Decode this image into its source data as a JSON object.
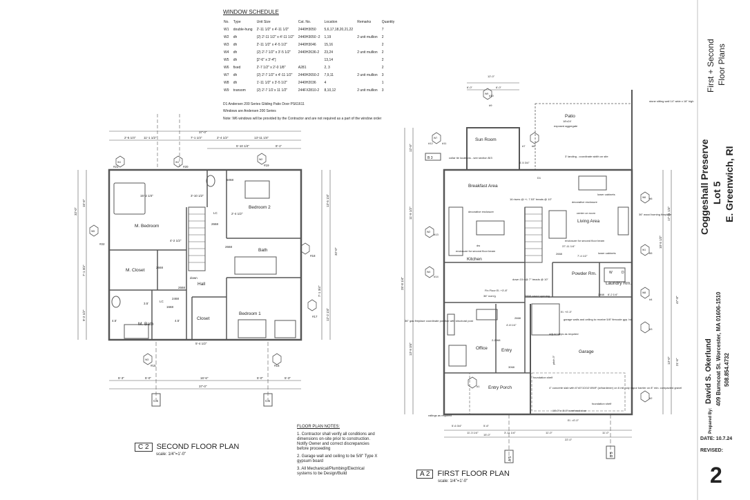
{
  "window_schedule": {
    "title": "WINDOW SCHEDULE",
    "headers": [
      "No.",
      "Type",
      "Unit Size",
      "Cat. No.",
      "Location",
      "Remarks",
      "Quantity"
    ],
    "rows": [
      [
        "W1",
        "double-hung",
        "2'-11 1/2\" x 4'-11 1/2\"",
        "2440H3050",
        "5,6,17,18,20,21,22",
        "",
        "7"
      ],
      [
        "W2",
        "dh",
        "(2) 2'-11 1/2\" x 4'-11 1/2\"",
        "2440H3050 -2",
        "1,19",
        "2 unit mullion",
        "2"
      ],
      [
        "W3",
        "dh",
        "2'-11 1/2\" x 4'-5 1/2\"",
        "2440H3046",
        "15,16",
        "",
        "2"
      ],
      [
        "W4",
        "dh",
        "(2) 2'-7 1/2\" x 3'-5 1/2\"",
        "2440H2636-2",
        "23,24",
        "2 unit mullion",
        "2"
      ],
      [
        "W5",
        "dh",
        "[2'-6\" x 3'-4\"]",
        "",
        "13,14",
        "",
        "2"
      ],
      [
        "W6",
        "fixed",
        "2'-7 1/2\" x 2'-0 1/8\"",
        "A281",
        "2, 3",
        "",
        "2"
      ],
      [
        "W7",
        "dh",
        "(2) 2'-7 1/2\" x 4'-11 1/2\"",
        "2440H2650-2",
        "7,9,11",
        "2 unit mullion",
        "3"
      ],
      [
        "W8",
        "dh",
        "1'-11 1/2\" x 3'-5 1/2\"",
        "2440H2036",
        "4",
        "",
        "1"
      ],
      [
        "W9",
        "transom",
        "(2) 2'-7 1/2 x 11 1/2\"",
        "244FX2810-2",
        "8,10,12",
        "2 unit mullion",
        "3"
      ]
    ],
    "d1_note": "D1     Andersen 200 Series Gliding Patio Door PS61611",
    "series_note": "Windows are Andersen 200 Series",
    "w6_note": "Note: W6 windows will be provided by the Contractor and are not required as a part of the window order"
  },
  "second_floor": {
    "label_box": "C 2",
    "title": "SECOND FLOOR PLAN",
    "scale": "scale: 1/4\"=1'-0\"",
    "rooms": {
      "m_bedroom": "M. Bedroom",
      "bedroom2": "Bedroom 2",
      "bath": "Bath",
      "m_closet": "M. Closet",
      "hall": "Hall",
      "closet": "Closet",
      "bedroom1": "Bedroom 1",
      "m_bath": "M. Bath",
      "lc1": "LC",
      "lc2": "LC",
      "down": "down"
    },
    "dims": {
      "overall_top": "37'-0\"",
      "overall_bottom": "37'-0\"",
      "d1": "2'-5 1/4\"",
      "d2": "11'-1 1/2\"",
      "d3": "7'-1 1/4\"",
      "d4": "2'-4 1/2\"",
      "d5": "13'-11 1/4\"",
      "d6": "5'-10 1/4\"",
      "d7": "8'-1\"",
      "b1": "5'-3\"",
      "b2": "5'-0\"",
      "b3": "16'-6\"",
      "b4": "5'-0\"",
      "b5": "5'-3\"",
      "left_total": "32'-0\"",
      "left_a": "15'-6\"",
      "left_b": "7'-1 3/4\"",
      "left_c": "9'-2 1/2\"",
      "right_total": "32'-0\"",
      "right_a": "13'-5 1/4\"",
      "right_b": "7'-1 3/4\"",
      "right_c": "12'-2 1/4\"",
      "mb_w": "15'-2 1/4\"",
      "hall_w": "3'-10 1/2\"",
      "b2_w": "2'-4 1/2\"",
      "closet_w": "5'-4 1/2\"",
      "m_closet_d": "4'-2 1/2\"",
      "d2668a": "2668",
      "d2668b": "2668",
      "d2668c": "2668",
      "d2668d": "2668",
      "d2468": "2468",
      "d1668": "1668",
      "s35": "3.5'",
      "s45": "4.5'",
      "s45b": "4.5'",
      "s5068": "5068"
    },
    "windows": [
      "#21",
      "#20",
      "#19",
      "#22",
      "#18",
      "#17",
      "#16",
      "#15",
      "W1",
      "W1",
      "W2",
      "W5",
      "W3"
    ]
  },
  "first_floor": {
    "label_box": "A 2",
    "title": "FIRST FLOOR PLAN",
    "scale": "scale: 1/4\"=1'-0\"",
    "rooms": {
      "sun_room": "Sun Room",
      "patio": "Patio",
      "patio_size": "18'x24'",
      "patio_note": "exposed aggregate",
      "breakfast": "Breakfast Area",
      "living": "Living Area",
      "kitchen": "Kitchen",
      "powder": "Powder Rm.",
      "laundry": "Laundry Rm.",
      "office": "Office",
      "entry": "Entry",
      "garage": "Garage",
      "entry_porch": "Entry Porch"
    },
    "notes": {
      "stone_wall": "stone sitting wall 14\" wide x 18\" high",
      "landing": "3' landing - coordinate width on site",
      "collar_ties": "collar tie locations - see section B/3",
      "lower_cab1": "lower cabinets",
      "lower_cab2": "lower cabinets",
      "risers": "16 risers @ +/- 7.53\" treads @ 10\"",
      "decorative1": "decorative enclosure",
      "decorative2": "decorative enclosure",
      "fireplace": "36\" wood burning fireplace",
      "center_room": "center on room",
      "enclosure_beam1": "enclosure for second floor beam",
      "enclosure_beam2": "enclosure for second floor beam",
      "dw": "dw",
      "down_risers": "down 15 r @ 7\" treads @ 10\"",
      "fin_floor": "Fin Floor  El. +3'-8\"",
      "cased": "2868 cased opening",
      "gas_fp": "36\" gas fireplace coordinate position with structural post",
      "garage_walls": "garage walls and ceiling to receive 5/8\" firecode gyp. bd.",
      "adjust_steps": "adjust steps as required",
      "foundation1": "foundation shelf",
      "foundation2": "foundation shelf",
      "slab": "4\" concrete slab with 6\"x6\"/10/10 WWF (w/hardener) on 6 mil poly vapor barrier on 8\" min. compacted gravel",
      "overhead": "16'-0\" x 8'-0\" overhead door",
      "railings": "railings as required",
      "pitch": "pitch 3\"",
      "el_neg": "El. +0'-3\"",
      "el_zero": "El. =0'-0\"",
      "w": "W",
      "d": "D",
      "d1": "D1",
      "d2668": "2668",
      "d2468": "2468",
      "d2068": "2-2068",
      "d3068": "3068",
      "d2668b": "2668",
      "d36": "36\" nom'g"
    },
    "dims": {
      "top": "12'-0\"",
      "top_a": "6'-0\"",
      "top_b": "6'-0\"",
      "left_total": "25'-8 1/4\"",
      "left_a": "12'-0\"",
      "left_b": "11'-9 1/2\"",
      "left_c": "13'-9 3/4\"",
      "right_total": "47'-8\"",
      "right_a": "17'-11 1/4\"",
      "right_b": "10'-5 1/2\"",
      "right_c": "13'-0\"",
      "right_d": "21'-6\"",
      "bottom_total": "15'-0\"",
      "bottom_a": "11'-3 1/4\"",
      "bottom_b": "3'-11 1/4\"",
      "bottom_c": "11'-0\"",
      "bottom_d": "11'-0\"",
      "bottom_e": "22'-0\"",
      "bottom_f": "5'-6 3/4\"",
      "bottom_g": "5'-6\"",
      "sun_w": "4'-5 3/4\"",
      "living_a": "37'-11 1/4\"",
      "living_b": "7'-4 1/2\"",
      "laundry_w": "6'-2 1/4\"",
      "office_w": "4'-8 1/4\""
    },
    "windows": [
      "#10",
      "#9",
      "#11",
      "#8",
      "#7",
      "#12",
      "#13",
      "#14",
      "#6",
      "#5",
      "#4",
      "#3",
      "#2",
      "#1",
      "W9",
      "W7",
      "W6",
      "W2",
      "W1",
      "W4",
      "W8"
    ],
    "section_marks": [
      "B 3",
      "A 5",
      "B 5"
    ]
  },
  "section_marks_c": [
    "C 5",
    "C 5"
  ],
  "notes": {
    "title": "FLOOR PLAN NOTES:",
    "items": [
      "1.  Contractor shall verify all conditions and dimensions on-site prior to construction. Notify Owner and correct discrepancies before proceeding",
      "2.  Garage wall and ceiling to be 5/8\" Type X gypsum board",
      "3.  All Mechanical/Plumbing/Electrical systems to be Design/Build"
    ]
  },
  "title_block": {
    "sheet_title_1": "First + Second",
    "sheet_title_2": "Floor Plans",
    "project_1": "Coggeshall Preserve",
    "project_2": "Lot 5",
    "project_3": "E. Greenwich, RI",
    "prepared_by": "Prepared By:",
    "designer": "David S. Okerlund",
    "address": "409 Burncoat St.  Worcester, MA  01606-1510",
    "phone": "508.854.4732",
    "date": "DATE: 10.7.24",
    "revised": "REVISED:",
    "sheet_no": "2"
  }
}
